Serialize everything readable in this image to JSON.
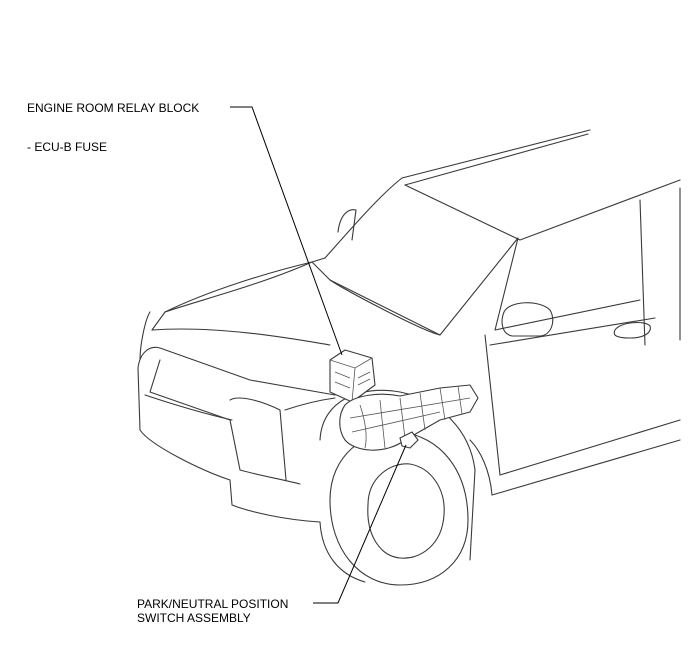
{
  "labels": {
    "relay_block": "ENGINE ROOM RELAY BLOCK",
    "fuse": "- ECU-B FUSE",
    "pnp_switch_line1": "PARK/NEUTRAL POSITION",
    "pnp_switch_line2": "SWITCH ASSEMBLY"
  }
}
